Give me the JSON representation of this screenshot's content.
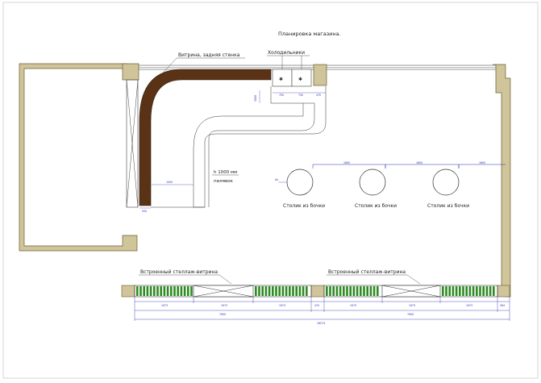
{
  "title": "Планировка магазина.",
  "labels": {
    "showcase_back_wall": "Витрина, задняя стенка",
    "fridges": "Холодильники",
    "ceiling_note_line1": "h 1000 мм",
    "ceiling_note_line2": "пилявок",
    "barrel_table": "Столик из бочки",
    "builtin_shelf": "Встроенный стеллаж-витрина"
  },
  "dimensions": {
    "fridge_1": "750",
    "fridge_2": "750",
    "fridge_side": "470",
    "counter_vertical": "1000",
    "counter_inner": "1000",
    "showcase_bottom": "930",
    "tables_lead": "Air",
    "table_gap_1": "1600",
    "table_gap_2": "1600",
    "table_gap_3": "1600",
    "shelf_seg_1": "1973",
    "shelf_seg_2": "1973",
    "shelf_seg_3": "1973",
    "shelf_gap": "470",
    "shelf_seg_4": "1973",
    "shelf_seg_5": "1973",
    "shelf_seg_6": "1973",
    "shelf_end": "264",
    "shelf_total_1": "7900",
    "shelf_total_2": "7900",
    "shelf_total_all": "16274"
  },
  "colors": {
    "wall": "#cfc49a",
    "wall_stroke": "#6b5e30",
    "counter": "#5a3216",
    "shelf_green": "#2f8a23",
    "dimension": "#2a2ab0",
    "line": "#333333"
  }
}
